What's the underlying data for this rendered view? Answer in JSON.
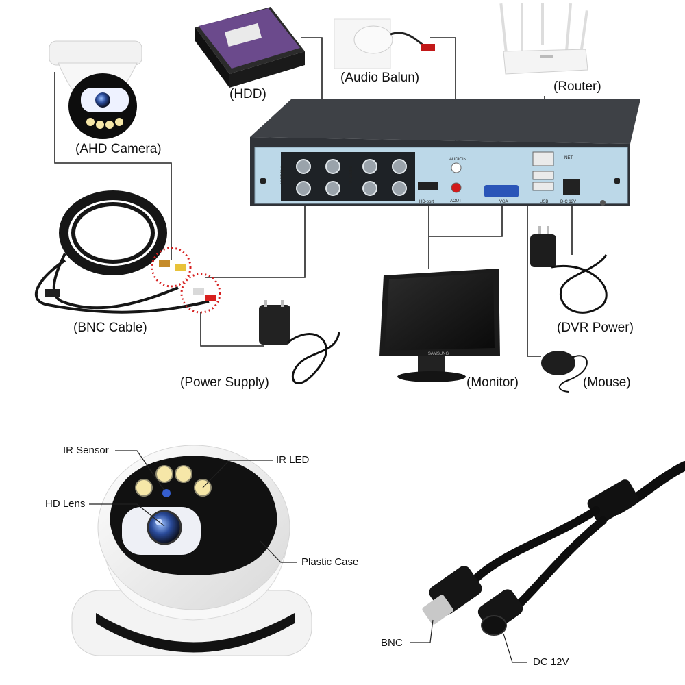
{
  "top_diagram": {
    "labels": {
      "hdd": "(HDD)",
      "audio_balun": "(Audio Balun)",
      "router": "(Router)",
      "ahd_camera": "(AHD Camera)",
      "bnc_cable": "(BNC Cable)",
      "dvr_power": "(DVR Power)",
      "power_supply": "(Power Supply)",
      "monitor": "(Monitor)",
      "mouse": "(Mouse)"
    },
    "dvr_ports": {
      "video_in_1": "VIDEOIN",
      "video_in_2": "VIDEOIN",
      "hd_port": "HD-port",
      "audio_in": "AUDIOIN",
      "audio_out": "AOUT",
      "vga": "VGA",
      "net": "NET",
      "usb": "USB",
      "dc": "D-C 12V"
    },
    "monitor_brand": "SAMSUNG"
  },
  "camera_parts": {
    "ir_sensor": "IR Sensor",
    "ir_led": "IR LED",
    "hd_lens": "HD Lens",
    "plastic_case": "Plastic Case"
  },
  "cable_parts": {
    "bnc": "BNC",
    "dc": "DC 12V"
  },
  "colors": {
    "dvr_body": "#3a3d42",
    "dvr_panel": "#bcd8e8",
    "hdd_purple": "#6b4a8c",
    "callout_red": "#d62020",
    "ir_led_yellow": "#f6e7a8"
  }
}
